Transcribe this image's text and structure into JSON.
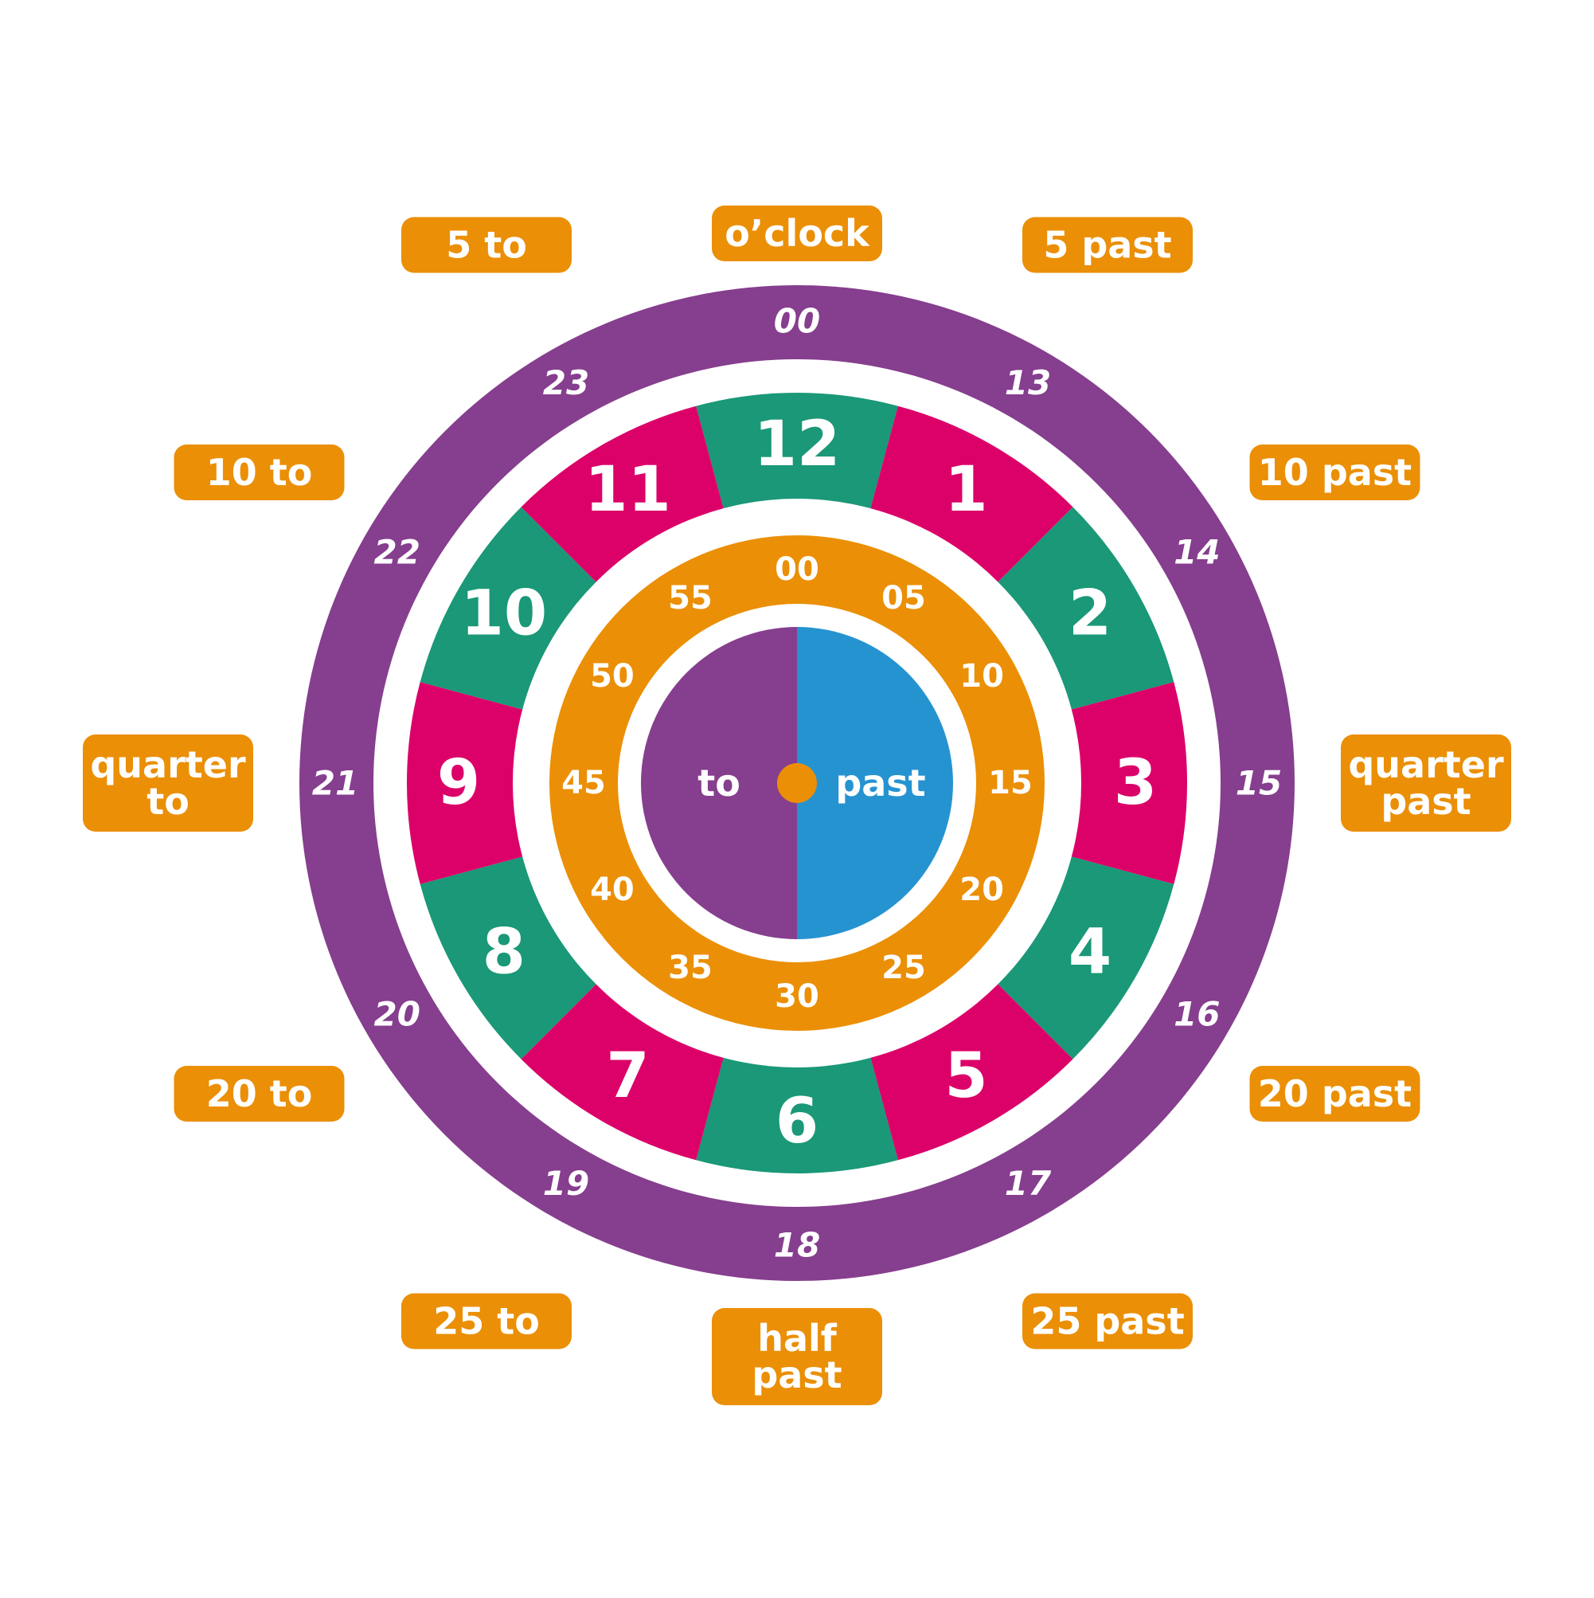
{
  "colors": {
    "purple": "#863E8E",
    "blue": "#2693D1",
    "orange": "#EB8F06",
    "magenta": "#DC0069",
    "green": "#1A9877",
    "white": "#FFFFFF"
  },
  "phrases": [
    "o’clock",
    "5 past",
    "10 past",
    "quarter past",
    "20 past",
    "25 past",
    "half past",
    "25 to",
    "20 to",
    "quarter to",
    "10 to",
    "5 to"
  ],
  "hours_24": [
    "00",
    "13",
    "14",
    "15",
    "16",
    "17",
    "18",
    "19",
    "20",
    "21",
    "22",
    "23"
  ],
  "hours_12": [
    "12",
    "1",
    "2",
    "3",
    "4",
    "5",
    "6",
    "7",
    "8",
    "9",
    "10",
    "11"
  ],
  "minutes": [
    "00",
    "05",
    "10",
    "15",
    "20",
    "25",
    "30",
    "35",
    "40",
    "45",
    "50",
    "55"
  ],
  "center": {
    "left_label": "to",
    "right_label": "past"
  }
}
